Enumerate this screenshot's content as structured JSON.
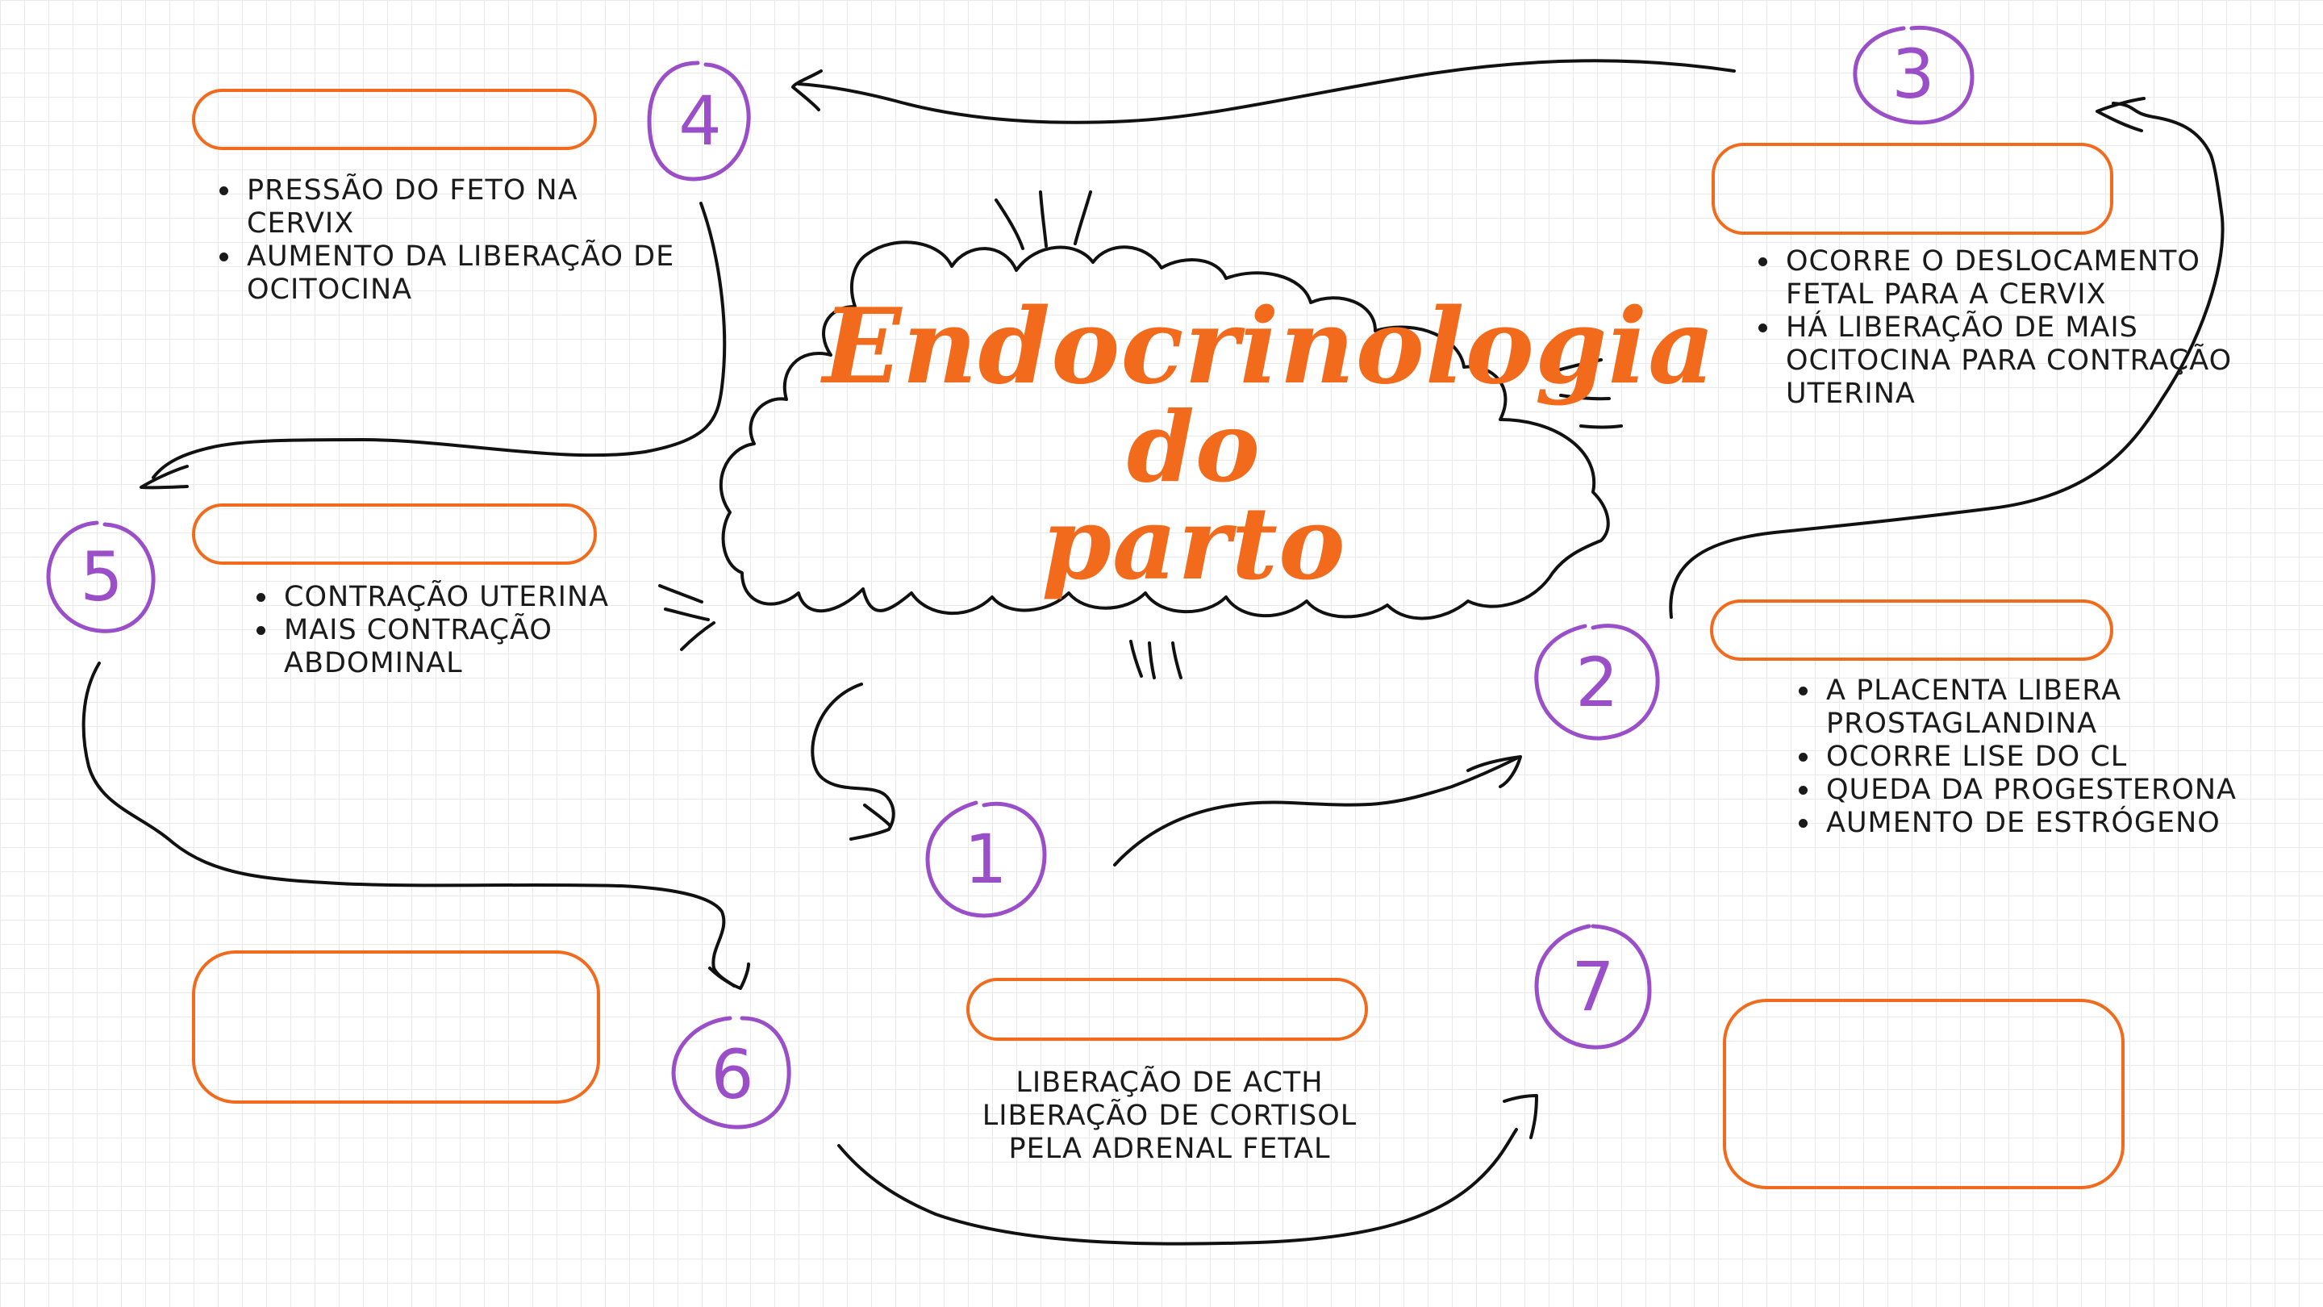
{
  "title": {
    "line1": "Endocrinologia",
    "line2": "do",
    "line3": "parto"
  },
  "steps": [
    {
      "number": "1",
      "items": [
        "LIBERAÇÃO DE ACTH",
        "LIBERAÇÃO DE CORTISOL",
        "PELA ADRENAL FETAL"
      ]
    },
    {
      "number": "2",
      "items": [
        "A  PLACENTA LIBERA PROSTAGLANDINA",
        "OCORRE LISE DO CL",
        "QUEDA DA PROGESTERONA",
        "AUMENTO DE ESTRÓGENO"
      ]
    },
    {
      "number": "3",
      "items": [
        "OCORRE O DESLOCAMENTO FETAL PARA A CERVIX",
        "HÁ LIBERAÇÃO DE MAIS OCITOCINA PARA CONTRAÇÃO UTERINA"
      ]
    },
    {
      "number": "4",
      "items": [
        "PRESSÃO DO FETO NA CERVIX",
        "AUMENTO DA LIBERAÇÃO DE OCITOCINA"
      ]
    },
    {
      "number": "5",
      "items": [
        "CONTRAÇÃO UTERINA",
        "MAIS CONTRAÇÃO ABDOMINAL"
      ]
    },
    {
      "number": "6",
      "items": []
    },
    {
      "number": "7",
      "items": []
    }
  ],
  "colors": {
    "accent": "#f26b1d",
    "number_circle": "#9a4fc9",
    "ink": "#1a1a1a"
  }
}
